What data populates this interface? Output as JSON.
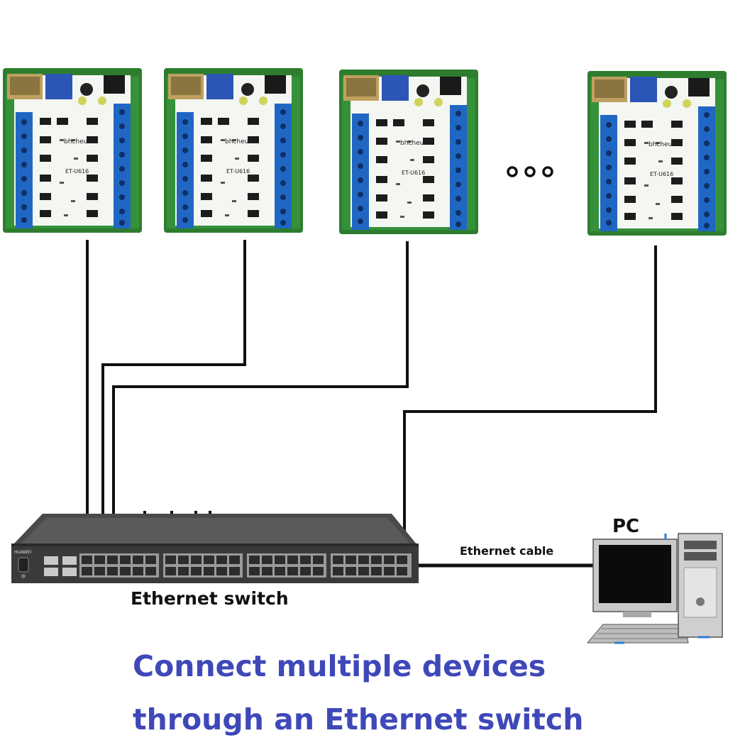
{
  "labels": {
    "device_silk": "ET-U616",
    "brand_silk": "bhcheus",
    "ellipsis": "•••",
    "switch": "Ethernet switch",
    "switch_brand": "HUAWEI",
    "cable": "Ethernet cable",
    "pc": "PC"
  },
  "caption": {
    "line1": "Connect multiple devices",
    "line2": "through an Ethernet switch"
  },
  "colors": {
    "board_green": "#2e7d2e",
    "board_white": "#f4f6f2",
    "terminal_blue": "#2067c4",
    "switch_body": "#4f4f4f",
    "cable": "#111111",
    "caption": "#3f48b8",
    "pc_gray": "#c9c9c9"
  }
}
